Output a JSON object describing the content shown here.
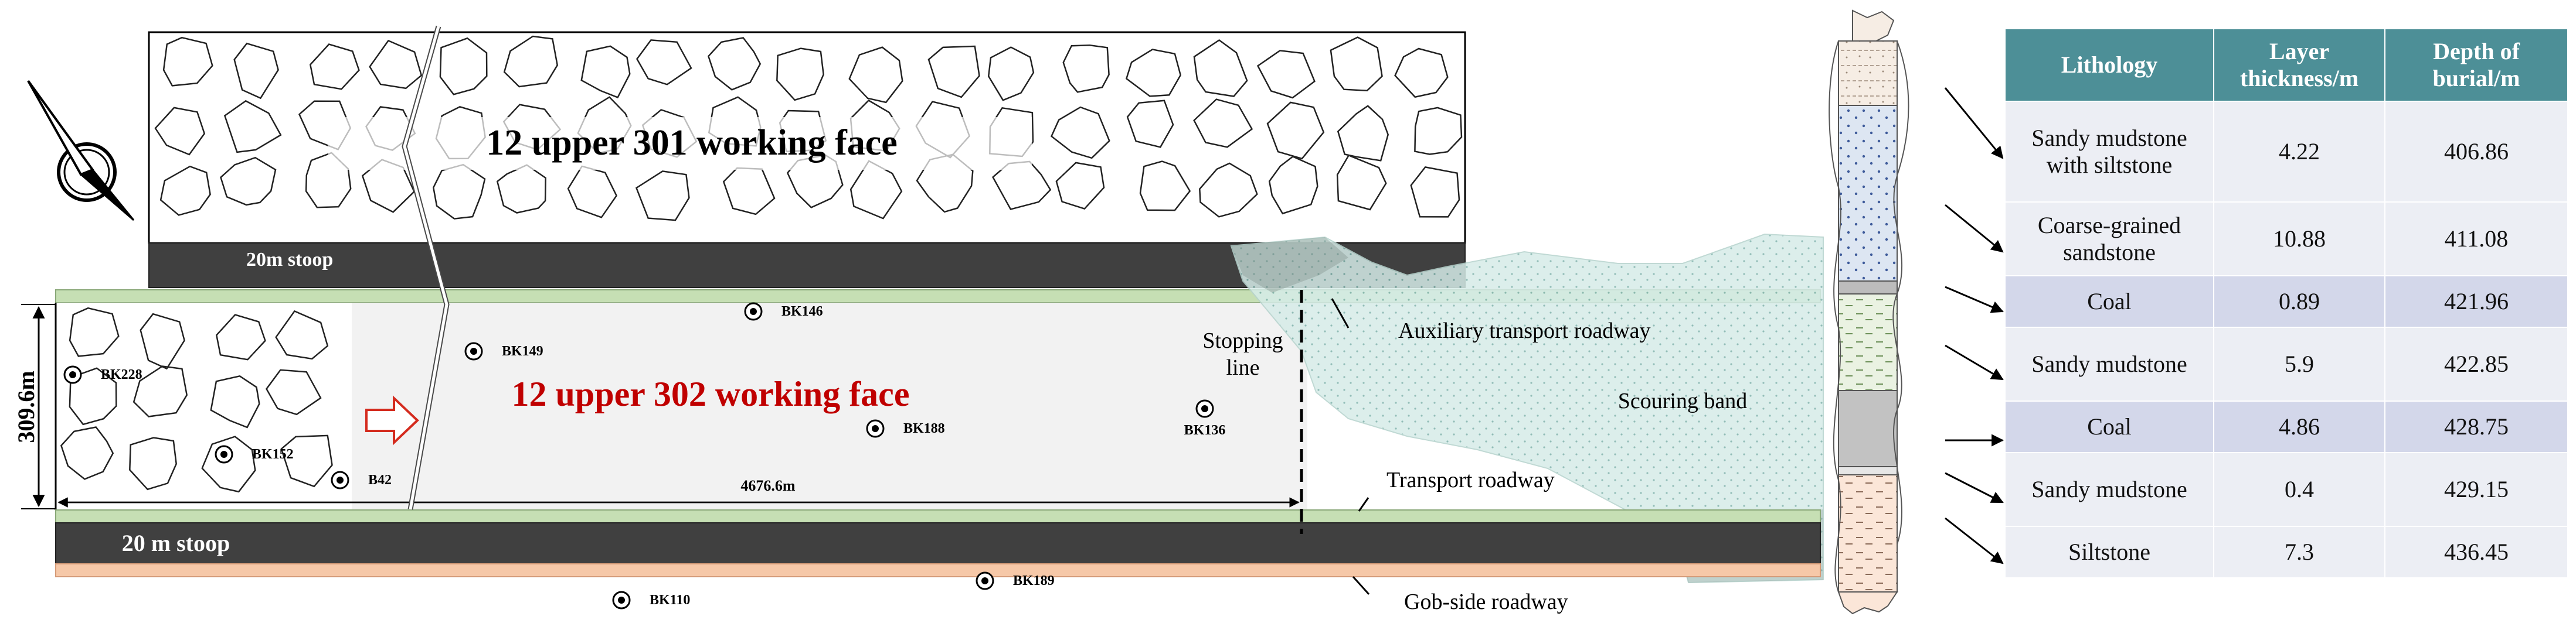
{
  "plan": {
    "upper_face_label": "12 upper 301 working face",
    "upper_stoop_label": "20m stoop",
    "current_face_label": "12 upper 302 working face",
    "face_width_label": "309.6m",
    "face_length_label": "4676.6m",
    "lower_stoop_label": "20 m stoop",
    "stopping_line_label": [
      "Stopping",
      "line"
    ],
    "scouring_band_label": "Scouring band",
    "roadways": {
      "auxiliary": "Auxiliary transport roadway",
      "transport": "Transport roadway",
      "gob_side": "Gob-side roadway"
    },
    "boreholes": [
      "BK146",
      "BK149",
      "BK228",
      "BK152",
      "B42",
      "BK188",
      "BK136",
      "BK110",
      "BK189"
    ],
    "colors": {
      "stoop": "#404040",
      "roadway_green": "#c6dfb4",
      "roadway_orange": "#f6c8a8",
      "face_fill": "#f2f2f2",
      "scouring_band": "#d6ece8",
      "face_label_red": "#c00000",
      "table_header": "#4d8f97",
      "table_row": "#eceef4",
      "table_row_coal": "#d3d7ea"
    }
  },
  "table": {
    "headers": [
      "Lithology",
      "Layer thickness/m",
      "Depth of burial/m"
    ],
    "rows": [
      {
        "lithology": "Sandy mudstone with siltstone",
        "thickness": "4.22",
        "depth": "406.86"
      },
      {
        "lithology": "Coarse-grained sandstone",
        "thickness": "10.88",
        "depth": "411.08"
      },
      {
        "lithology": "Coal",
        "thickness": "0.89",
        "depth": "421.96"
      },
      {
        "lithology": "Sandy mudstone",
        "thickness": "5.9",
        "depth": "422.85"
      },
      {
        "lithology": "Coal",
        "thickness": "4.86",
        "depth": "428.75"
      },
      {
        "lithology": "Sandy mudstone",
        "thickness": "0.4",
        "depth": "429.15"
      },
      {
        "lithology": "Siltstone",
        "thickness": "7.3",
        "depth": "436.45"
      }
    ]
  }
}
